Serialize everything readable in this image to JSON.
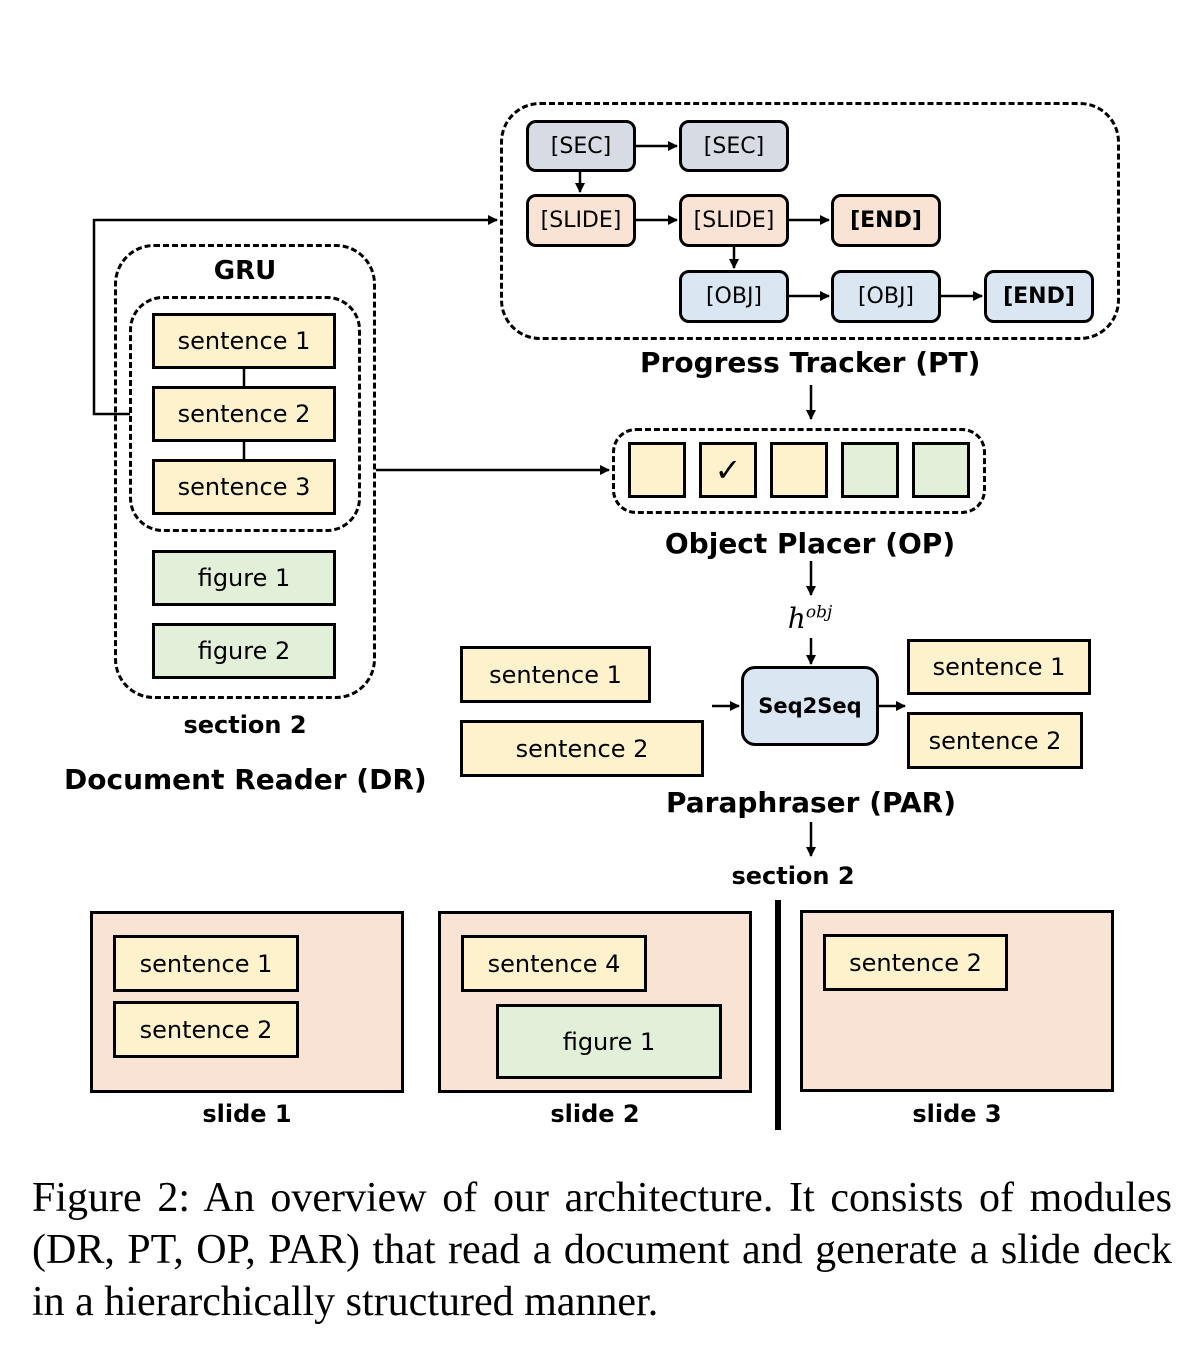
{
  "pt": {
    "title": "Progress Tracker (PT)",
    "sec1": "[SEC]",
    "sec2": "[SEC]",
    "slide1": "[SLIDE]",
    "slide2": "[SLIDE]",
    "end1": "[END]",
    "obj1": "[OBJ]",
    "obj2": "[OBJ]",
    "end2": "[END]"
  },
  "dr": {
    "gru": "GRU",
    "sentences": [
      "sentence 1",
      "sentence 2",
      "sentence 3"
    ],
    "figures": [
      "figure 1",
      "figure 2"
    ],
    "section": "section 2",
    "title": "Document Reader (DR)"
  },
  "op": {
    "check": "✓",
    "title": "Object Placer (OP)"
  },
  "par": {
    "h": "h",
    "h_sup": "obj",
    "inputs": [
      "sentence 1",
      "sentence 2"
    ],
    "model": "Seq2Seq",
    "outputs": [
      "sentence 1",
      "sentence 2"
    ],
    "title": "Paraphraser (PAR)",
    "section": "section 2"
  },
  "slides": {
    "s1": {
      "items": [
        "sentence 1",
        "sentence 2"
      ],
      "label": "slide 1"
    },
    "s2": {
      "items": [
        "sentence 4",
        "figure 1"
      ],
      "label": "slide 2"
    },
    "s3": {
      "items": [
        "sentence 2"
      ],
      "label": "slide 3"
    }
  },
  "caption": "Figure 2: An overview of our architecture. It consists of modules (DR, PT, OP, PAR) that read a document and generate a slide deck in a hierarchically structured manner."
}
